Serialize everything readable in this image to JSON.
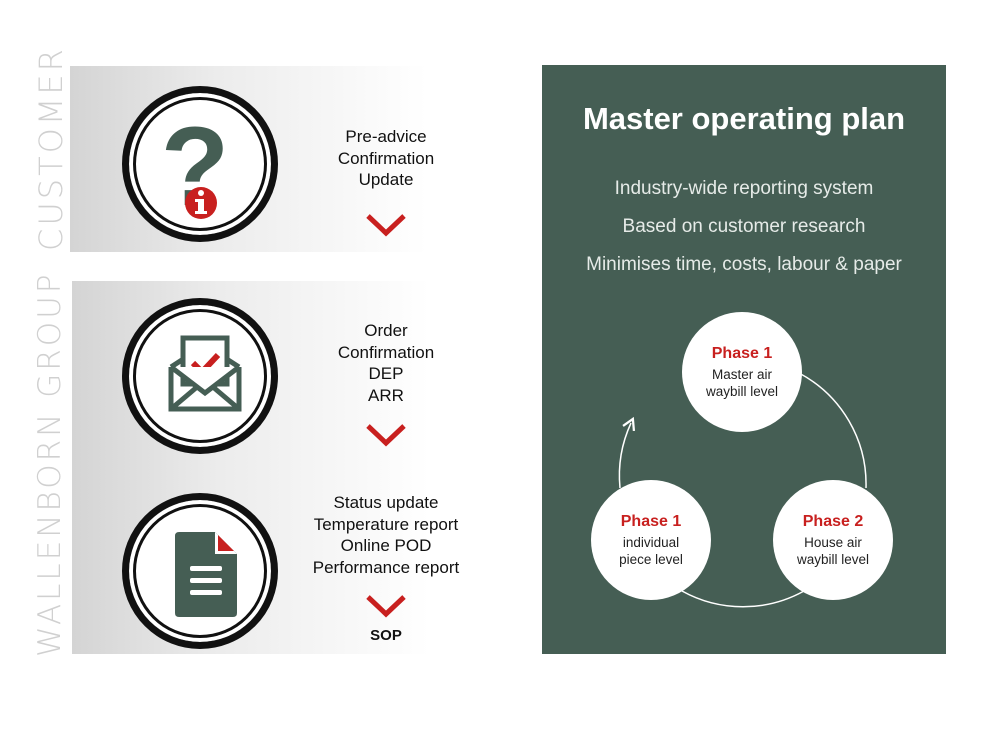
{
  "colors": {
    "panel_green": "#455e54",
    "accent_red": "#c8201f",
    "icon_green": "#455e54",
    "ring_black": "#111111"
  },
  "side_labels": {
    "customer": "CUSTOMER",
    "wallenborn": "WALLENBORN GROUP"
  },
  "steps": [
    {
      "icon": "question-info-icon",
      "lines": [
        "Pre-advice",
        "Confirmation",
        "Update"
      ]
    },
    {
      "icon": "envelope-check-icon",
      "lines": [
        "Order",
        "Confirmation",
        "DEP",
        "ARR"
      ]
    },
    {
      "icon": "document-icon",
      "lines": [
        "Status update",
        "Temperature report",
        "Online POD",
        "Performance report"
      ]
    }
  ],
  "sop_label": "SOP",
  "panel": {
    "title": "Master operating plan",
    "bullets": [
      "Industry-wide reporting system",
      "Based on customer research",
      "Minimises time, costs, labour & paper"
    ],
    "phases": [
      {
        "title": "Phase 1",
        "line1": "Master air",
        "line2": "waybill level"
      },
      {
        "title": "Phase 2",
        "line1": "House air",
        "line2": "waybill level"
      },
      {
        "title": "Phase 1",
        "line1": "individual",
        "line2": "piece level"
      }
    ]
  }
}
